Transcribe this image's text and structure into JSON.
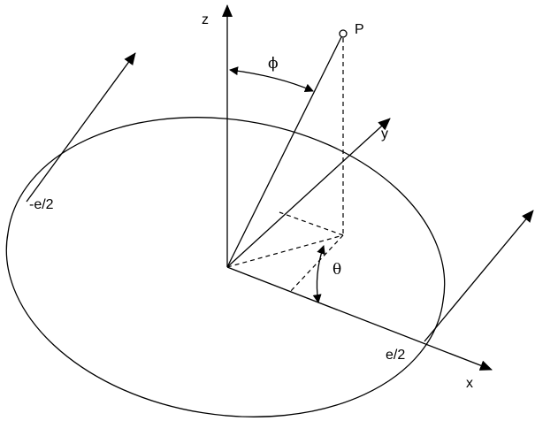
{
  "labels": {
    "z": "z",
    "p": "P",
    "phi": "ϕ",
    "y": "y",
    "neg_e_half": "-e/2",
    "theta": "θ",
    "e_half": "e/2",
    "x": "x"
  }
}
